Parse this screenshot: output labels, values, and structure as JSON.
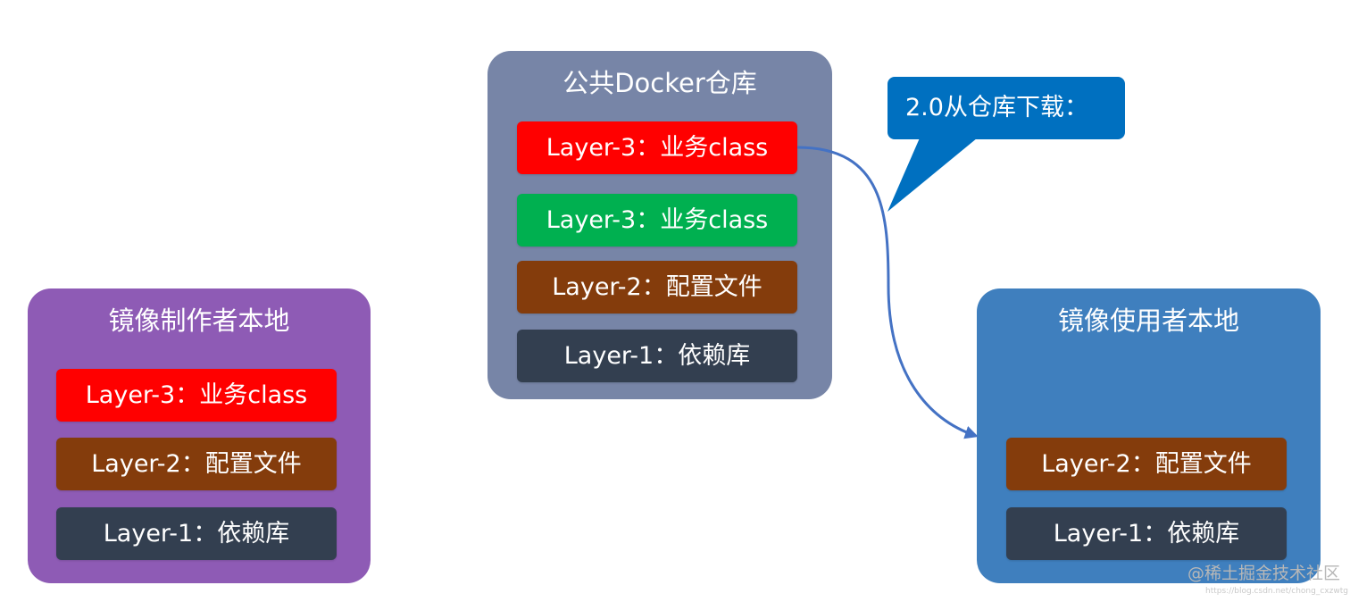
{
  "producer": {
    "title": "镜像制作者本地",
    "color": "#8e5bb5",
    "layers": [
      {
        "label": "Layer-3：业务class",
        "color": "#ff0000"
      },
      {
        "label": "Layer-2：配置文件",
        "color": "#843c0c"
      },
      {
        "label": "Layer-1：依赖库",
        "color": "#333f50"
      }
    ]
  },
  "registry": {
    "title": "公共Docker仓库",
    "color": "#7785a7",
    "layers": [
      {
        "label": "Layer-3：业务class",
        "color": "#ff0000"
      },
      {
        "label": "Layer-3：业务class",
        "color": "#00b050"
      },
      {
        "label": "Layer-2：配置文件",
        "color": "#843c0c"
      },
      {
        "label": "Layer-1：依赖库",
        "color": "#333f50"
      }
    ]
  },
  "consumer": {
    "title": "镜像使用者本地",
    "color": "#3f7fbe",
    "layers": [
      {
        "label": "Layer-2：配置文件",
        "color": "#843c0c"
      },
      {
        "label": "Layer-1：依赖库",
        "color": "#333f50"
      }
    ]
  },
  "callout": {
    "text": "2.0从仓库下载：",
    "color": "#0070c0"
  },
  "arrow_color": "#4472c4",
  "watermark": {
    "brand": "@稀土掘金技术社区",
    "url": "https://blog.csdn.net/chong_cxzwtg"
  }
}
